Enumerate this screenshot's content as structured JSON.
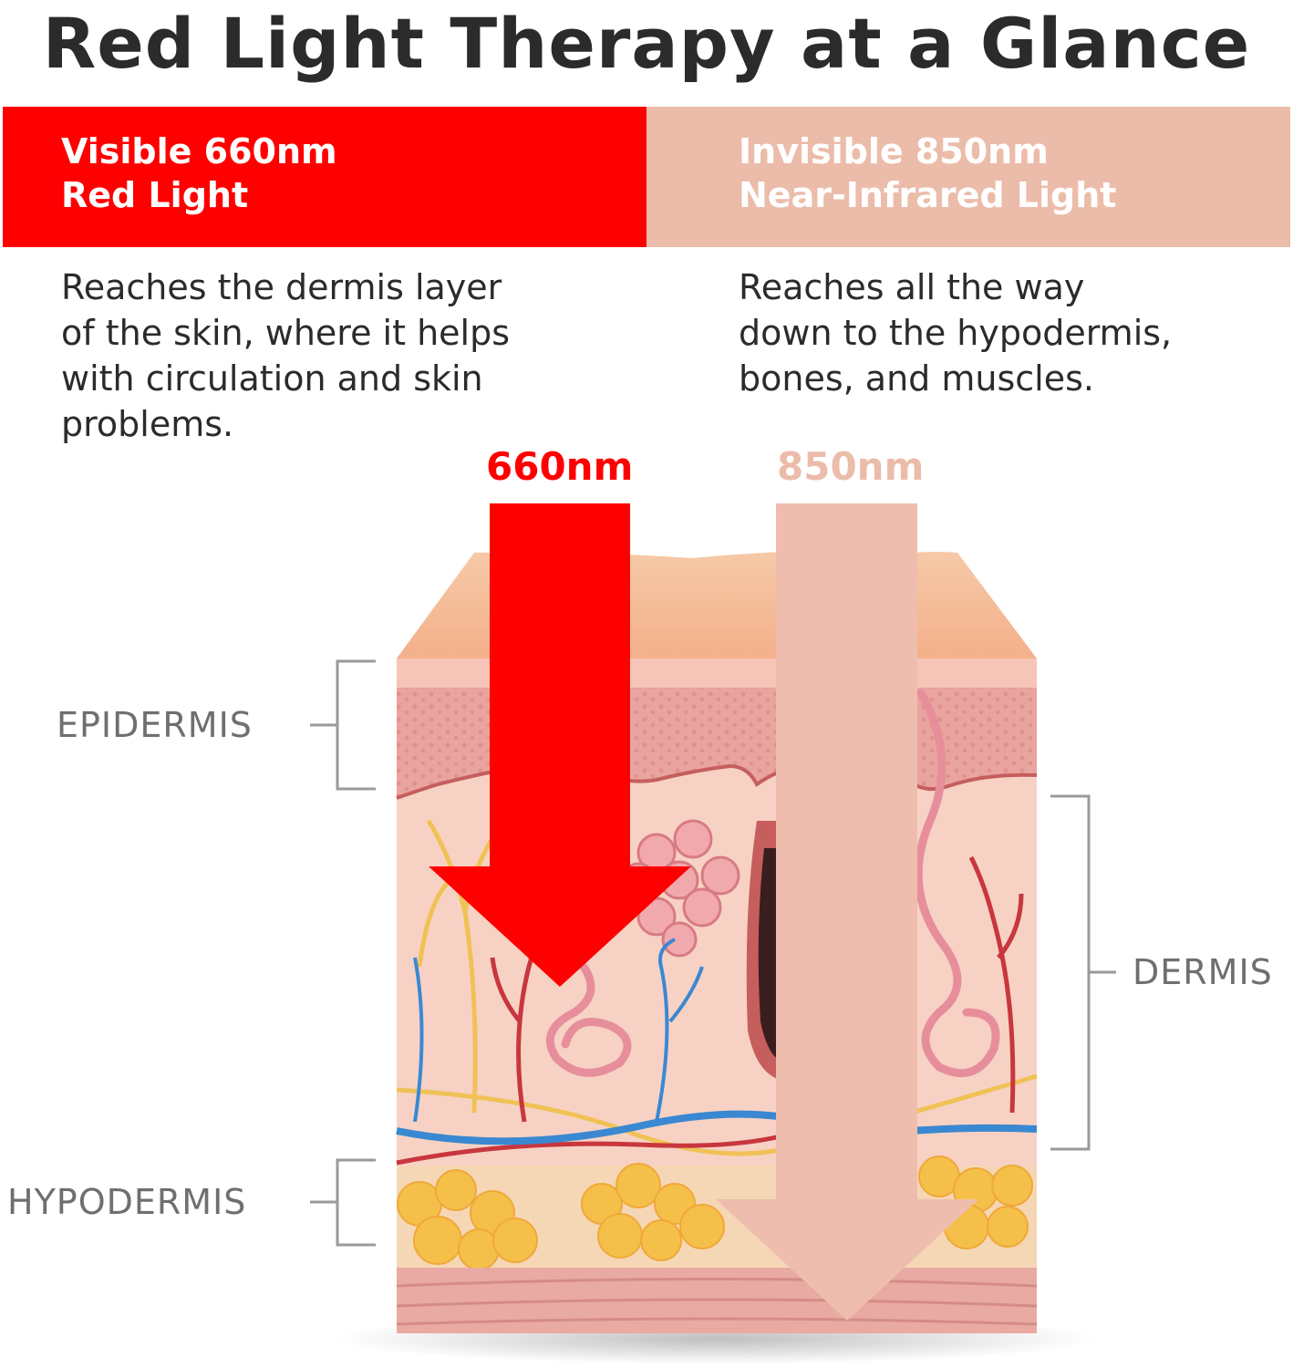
{
  "title": "Red Light Therapy at a Glance",
  "colors": {
    "red": "#ff0000",
    "nir": "#ecbcaa",
    "text": "#2b2b2b",
    "label": "#6f6f6f"
  },
  "panels": [
    {
      "heading_line1": "Visible 660nm",
      "heading_line2": "Red Light",
      "description": [
        "Reaches the dermis layer",
        "of the skin, where it helps",
        "with circulation and skin",
        "problems."
      ],
      "wavelength": "660nm"
    },
    {
      "heading_line1": "Invisible 850nm",
      "heading_line2": "Near-Infrared Light",
      "description": [
        "Reaches all the way",
        "down to the hypodermis,",
        "bones, and muscles."
      ],
      "wavelength": "850nm"
    }
  ],
  "layers": {
    "epidermis": "EPIDERMIS",
    "dermis": "DERMIS",
    "hypodermis": "HYPODERMIS"
  },
  "icons": [
    "red-arrow-icon",
    "nir-arrow-icon",
    "skin-cross-section-illustration"
  ]
}
